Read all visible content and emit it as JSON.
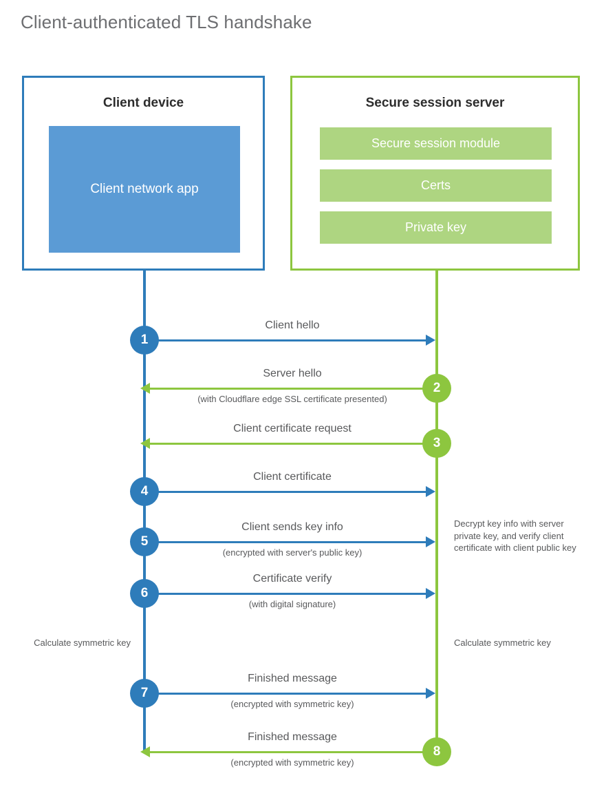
{
  "title": "Client-authenticated TLS handshake",
  "colors": {
    "client_blue": "#2e7cba",
    "client_app_fill": "#5b9bd5",
    "server_green": "#8dc63f",
    "server_bar_fill": "#aed581",
    "text_gray": "#58595b",
    "heading_dark": "#2d2d2d"
  },
  "client": {
    "title": "Client device",
    "app_label": "Client network app"
  },
  "server": {
    "title": "Secure session server",
    "components": [
      "Secure session module",
      "Certs",
      "Private key"
    ]
  },
  "notes": {
    "server_decrypt": "Decrypt key info with server private key, and verify client certificate with client public key",
    "client_calculate": "Calculate symmetric key",
    "server_calculate": "Calculate symmetric key"
  },
  "steps": [
    {
      "number": "1",
      "label": "Client hello",
      "sub": "",
      "direction": "right",
      "actor": "client"
    },
    {
      "number": "2",
      "label": "Server hello",
      "sub": "(with Cloudflare edge SSL certificate presented)",
      "direction": "left",
      "actor": "server"
    },
    {
      "number": "3",
      "label": "Client certificate request",
      "sub": "",
      "direction": "left",
      "actor": "server"
    },
    {
      "number": "4",
      "label": "Client certificate",
      "sub": "",
      "direction": "right",
      "actor": "client"
    },
    {
      "number": "5",
      "label": "Client sends key info",
      "sub": "(encrypted with server's public key)",
      "direction": "right",
      "actor": "client"
    },
    {
      "number": "6",
      "label": "Certificate verify",
      "sub": "(with digital signature)",
      "direction": "right",
      "actor": "client"
    },
    {
      "number": "7",
      "label": "Finished message",
      "sub": "(encrypted with symmetric key)",
      "direction": "right",
      "actor": "client"
    },
    {
      "number": "8",
      "label": "Finished message",
      "sub": "(encrypted with symmetric key)",
      "direction": "left",
      "actor": "server"
    }
  ]
}
